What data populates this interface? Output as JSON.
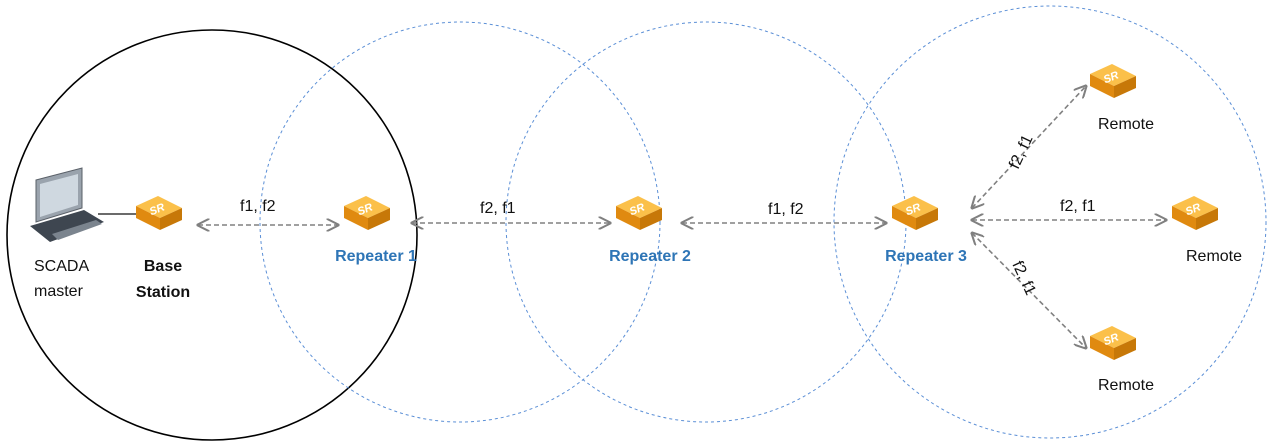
{
  "nodes": {
    "scada": {
      "line1": "SCADA",
      "line2": "master"
    },
    "base": {
      "line1": "Base",
      "line2": "Station"
    },
    "repeater1": {
      "label": "Repeater 1"
    },
    "repeater2": {
      "label": "Repeater 2"
    },
    "repeater3": {
      "label": "Repeater 3"
    },
    "remote_top": {
      "label": "Remote"
    },
    "remote_mid": {
      "label": "Remote"
    },
    "remote_bottom": {
      "label": "Remote"
    }
  },
  "links": {
    "base_r1": "f1, f2",
    "r1_r2": "f2, f1",
    "r2_r3": "f1, f2",
    "r3_remote_top": "f2, f1",
    "r3_remote_mid": "f2, f1",
    "r3_remote_bottom": "f2, f1"
  },
  "radio": {
    "badge": "SR"
  },
  "colors": {
    "radio_orange": "#f0a020",
    "coverage_dashed": "#5b8fd6",
    "link_arrow": "#808080",
    "repeater_label": "#2e75b6"
  }
}
